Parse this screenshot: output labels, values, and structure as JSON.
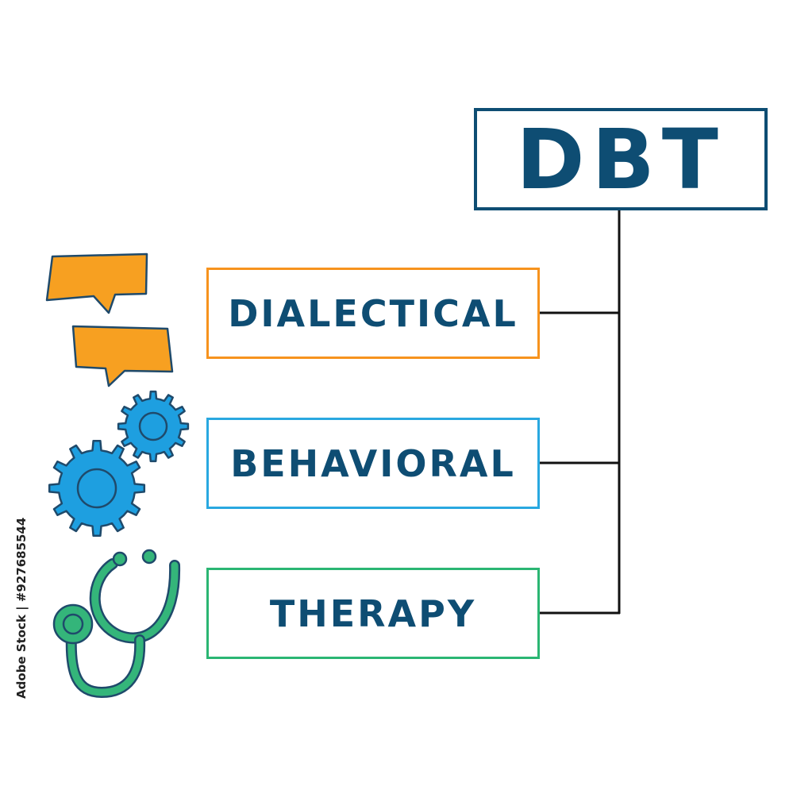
{
  "diagram": {
    "title": "DBT",
    "terms": [
      {
        "label": "DIALECTICAL",
        "color": "#f7931e"
      },
      {
        "label": "BEHAVIORAL",
        "color": "#29a8e0"
      },
      {
        "label": "THERAPY",
        "color": "#2bb673"
      }
    ]
  },
  "watermark": {
    "stock_id": "Adobe Stock | #927685544"
  },
  "colors": {
    "text": "#0e4d73",
    "connector": "#111111",
    "speech_bubble": "#f7a021",
    "gear": "#1e9fe0",
    "stethoscope": "#34b57a",
    "icon_outline": "#1f4a6b"
  },
  "icons": [
    "speech-bubble-icon",
    "gear-icon",
    "stethoscope-icon"
  ]
}
